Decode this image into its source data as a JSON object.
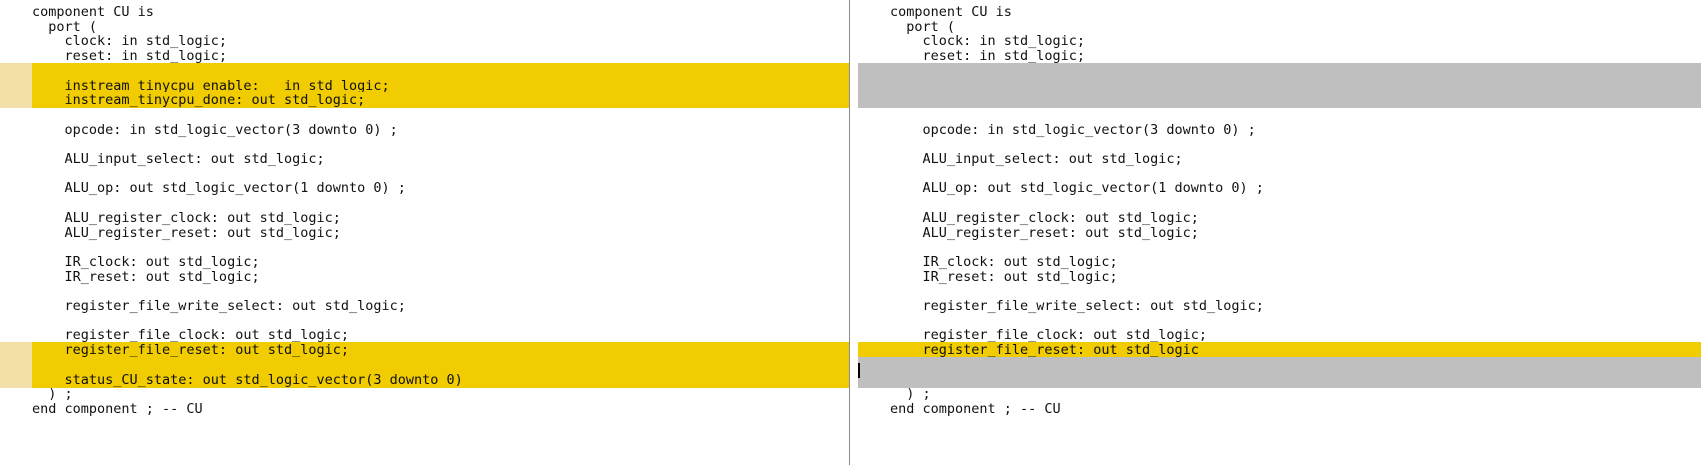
{
  "left_lines": [
    {
      "text": "component CU is",
      "type": "normal"
    },
    {
      "text": "  port (",
      "type": "normal"
    },
    {
      "text": "    clock: in std_logic;",
      "type": "normal"
    },
    {
      "text": "    reset: in std_logic;",
      "type": "normal"
    },
    {
      "text": "",
      "type": "changed"
    },
    {
      "text": "    instream_tinycpu_enable:   in std_logic;",
      "type": "changed"
    },
    {
      "text": "    instream_tinycpu_done: out std_logic;",
      "type": "changed"
    },
    {
      "text": "",
      "type": "normal"
    },
    {
      "text": "    opcode: in std_logic_vector(3 downto 0) ;",
      "type": "normal"
    },
    {
      "text": "",
      "type": "normal"
    },
    {
      "text": "    ALU_input_select: out std_logic;",
      "type": "normal"
    },
    {
      "text": "",
      "type": "normal"
    },
    {
      "text": "    ALU_op: out std_logic_vector(1 downto 0) ;",
      "type": "normal"
    },
    {
      "text": "",
      "type": "normal"
    },
    {
      "text": "    ALU_register_clock: out std_logic;",
      "type": "normal"
    },
    {
      "text": "    ALU_register_reset: out std_logic;",
      "type": "normal"
    },
    {
      "text": "",
      "type": "normal"
    },
    {
      "text": "    IR_clock: out std_logic;",
      "type": "normal"
    },
    {
      "text": "    IR_reset: out std_logic;",
      "type": "normal"
    },
    {
      "text": "",
      "type": "normal"
    },
    {
      "text": "    register_file_write_select: out std_logic;",
      "type": "normal"
    },
    {
      "text": "",
      "type": "normal"
    },
    {
      "text": "    register_file_clock: out std_logic;",
      "type": "normal"
    },
    {
      "text": "    register_file_reset: out std_logic;",
      "type": "changed"
    },
    {
      "text": "",
      "type": "changed"
    },
    {
      "text": "    status_CU_state: out std_logic_vector(3 downto 0)",
      "type": "changed"
    },
    {
      "text": "  ) ;",
      "type": "normal"
    },
    {
      "text": "end component ; -- CU",
      "type": "normal"
    }
  ],
  "right_lines": [
    {
      "text": "component CU is",
      "type": "normal"
    },
    {
      "text": "  port (",
      "type": "normal"
    },
    {
      "text": "    clock: in std_logic;",
      "type": "normal"
    },
    {
      "text": "    reset: in std_logic;",
      "type": "normal"
    },
    {
      "text": "",
      "type": "empty"
    },
    {
      "text": "",
      "type": "empty"
    },
    {
      "text": "",
      "type": "empty"
    },
    {
      "text": "",
      "type": "normal"
    },
    {
      "text": "    opcode: in std_logic_vector(3 downto 0) ;",
      "type": "normal"
    },
    {
      "text": "",
      "type": "normal"
    },
    {
      "text": "    ALU_input_select: out std_logic;",
      "type": "normal"
    },
    {
      "text": "",
      "type": "normal"
    },
    {
      "text": "    ALU_op: out std_logic_vector(1 downto 0) ;",
      "type": "normal"
    },
    {
      "text": "",
      "type": "normal"
    },
    {
      "text": "    ALU_register_clock: out std_logic;",
      "type": "normal"
    },
    {
      "text": "    ALU_register_reset: out std_logic;",
      "type": "normal"
    },
    {
      "text": "",
      "type": "normal"
    },
    {
      "text": "    IR_clock: out std_logic;",
      "type": "normal"
    },
    {
      "text": "    IR_reset: out std_logic;",
      "type": "normal"
    },
    {
      "text": "",
      "type": "normal"
    },
    {
      "text": "    register_file_write_select: out std_logic;",
      "type": "normal"
    },
    {
      "text": "",
      "type": "normal"
    },
    {
      "text": "    register_file_clock: out std_logic;",
      "type": "normal"
    },
    {
      "text": "    register_file_reset: out std_logic",
      "type": "changed"
    },
    {
      "text": "",
      "type": "empty"
    },
    {
      "text": "",
      "type": "empty"
    },
    {
      "text": "  ) ;",
      "type": "normal"
    },
    {
      "text": "end component ; -- CU",
      "type": "normal"
    }
  ],
  "colors": {
    "changed_line": "#f0cc00",
    "missing_line": "#bfbfbf",
    "gutter_marker": "#f2e0a8",
    "text": "#111111"
  }
}
